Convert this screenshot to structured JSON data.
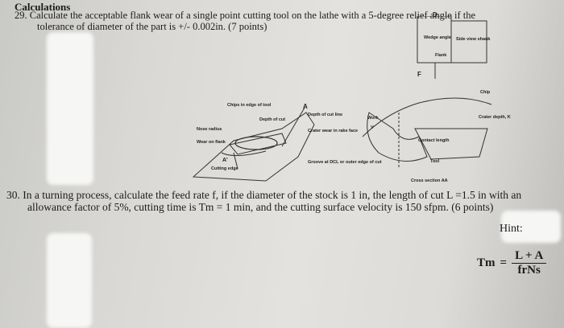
{
  "heading": "Calculations",
  "q29": {
    "line1": "29. Calculate the acceptable flank wear of a single point cutting tool on the lathe with a 5-degree relief angle if the",
    "line2": "tolerance of diameter of the part is +/- 0.002in. (7 points)"
  },
  "figure_left": {
    "chips_in_edge": "Chips in edge of tool",
    "depth_of_cut": "Depth of cut",
    "depth_of_cut_line": "Depth of cut line",
    "nose_radius": "Nose radius",
    "wear_on_flank": "Wear on flank",
    "crater_wear": "Crater wear in rake face",
    "cutting_edge": "Cutting edge",
    "groove": "Groove at DCL or outer edge of cut",
    "label_a": "A",
    "label_a_prime": "A'"
  },
  "figure_right": {
    "label_d": "D",
    "label_f": "F",
    "wedge_angle": "Wedge angle",
    "flank": "Flank",
    "side_view_shank": "Side view shank",
    "chip": "Chip",
    "crater_depth": "Crater depth, K",
    "work": "Work",
    "work_v": "V",
    "contact_length": "Contact length",
    "tool": "Tool",
    "cross_section": "Cross section AA"
  },
  "q30": {
    "line1": "30. In a turning process, calculate the feed rate f, if the diameter of the stock is 1 in, the length of cut L =1.5 in with an",
    "line2": "allowance factor of 5%, cutting time is Tm = 1 min, and the cutting surface velocity is 150 sfpm. (6 points)"
  },
  "hint": {
    "label": "Hint:",
    "lhs": "Tm",
    "eq": "=",
    "numerator": "L + A",
    "denominator": "frNs"
  }
}
